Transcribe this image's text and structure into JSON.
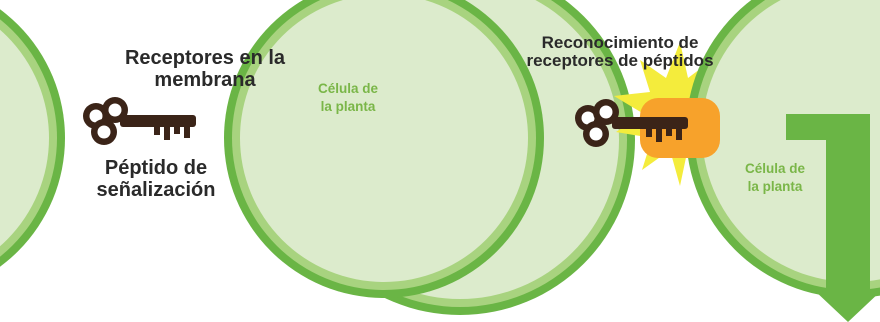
{
  "panel_left": {
    "receptors_label_line1": "Receptores en la",
    "receptors_label_line2": "membrana",
    "peptide_label_line1": "Péptido de",
    "peptide_label_line2": "señalización",
    "cell_label_line1": "Célula de",
    "cell_label_line2": "la planta"
  },
  "panel_right": {
    "recognition_label_line1": "Reconocimiento de",
    "recognition_label_line2": "receptores de péptidos",
    "cell_label_line1": "Célula de",
    "cell_label_line2": "la planta"
  },
  "colors": {
    "membrane_dark": "#6ab545",
    "membrane_light": "#a8d37f",
    "cell_fill": "#dcebcc",
    "key": "#3b2418",
    "receptor": "#f7a22b",
    "burst": "#f4ec3c",
    "arrow": "#6ab545"
  }
}
